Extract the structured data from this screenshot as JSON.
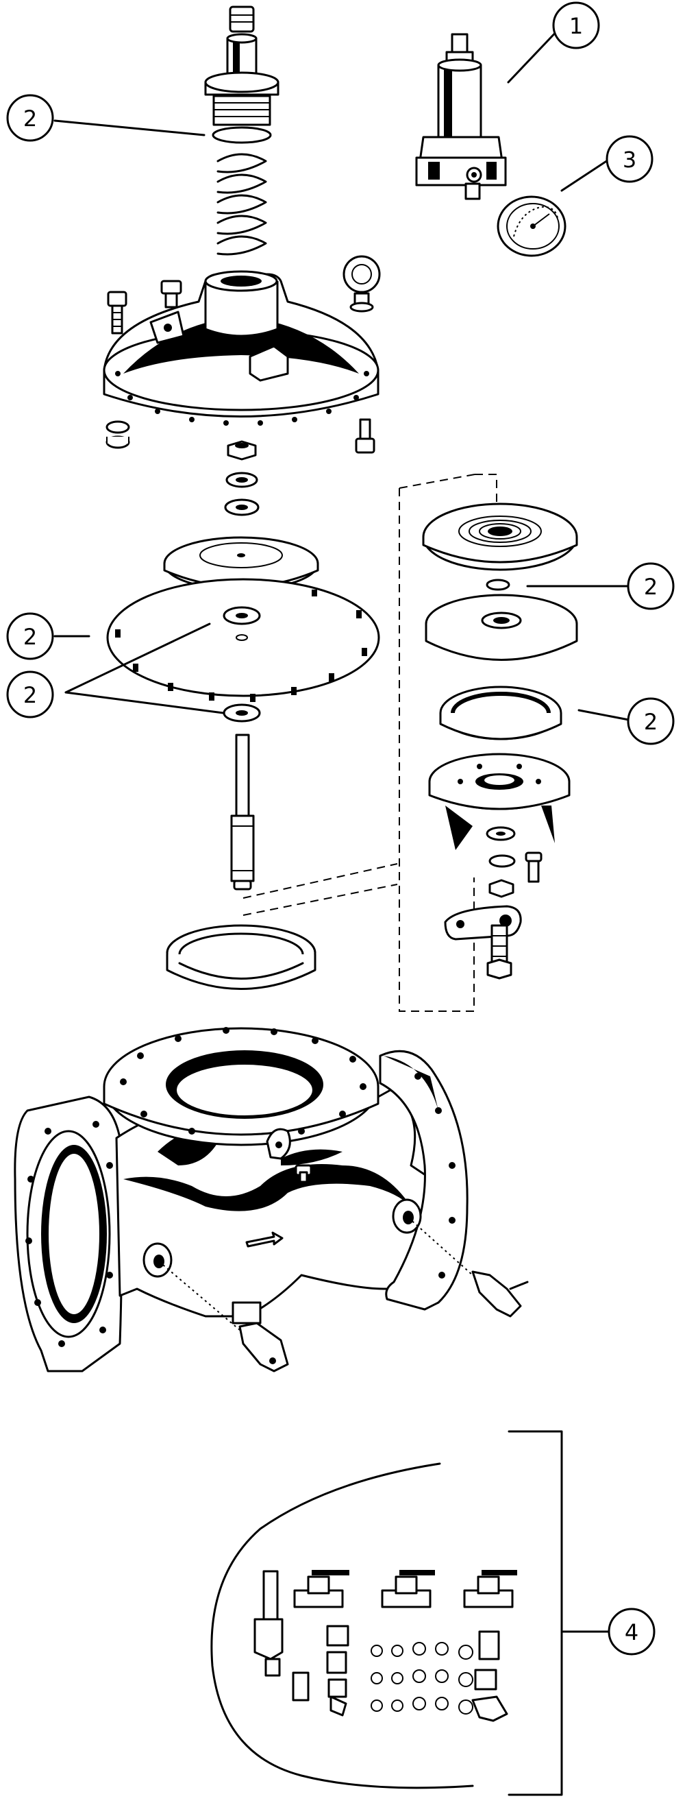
{
  "callouts": [
    {
      "id": "c1",
      "label": "1"
    },
    {
      "id": "c2a",
      "label": "2"
    },
    {
      "id": "c3",
      "label": "3"
    },
    {
      "id": "c2b",
      "label": "2"
    },
    {
      "id": "c2c",
      "label": "2"
    },
    {
      "id": "c2d",
      "label": "2"
    },
    {
      "id": "c2e",
      "label": "2"
    },
    {
      "id": "c4",
      "label": "4"
    }
  ]
}
